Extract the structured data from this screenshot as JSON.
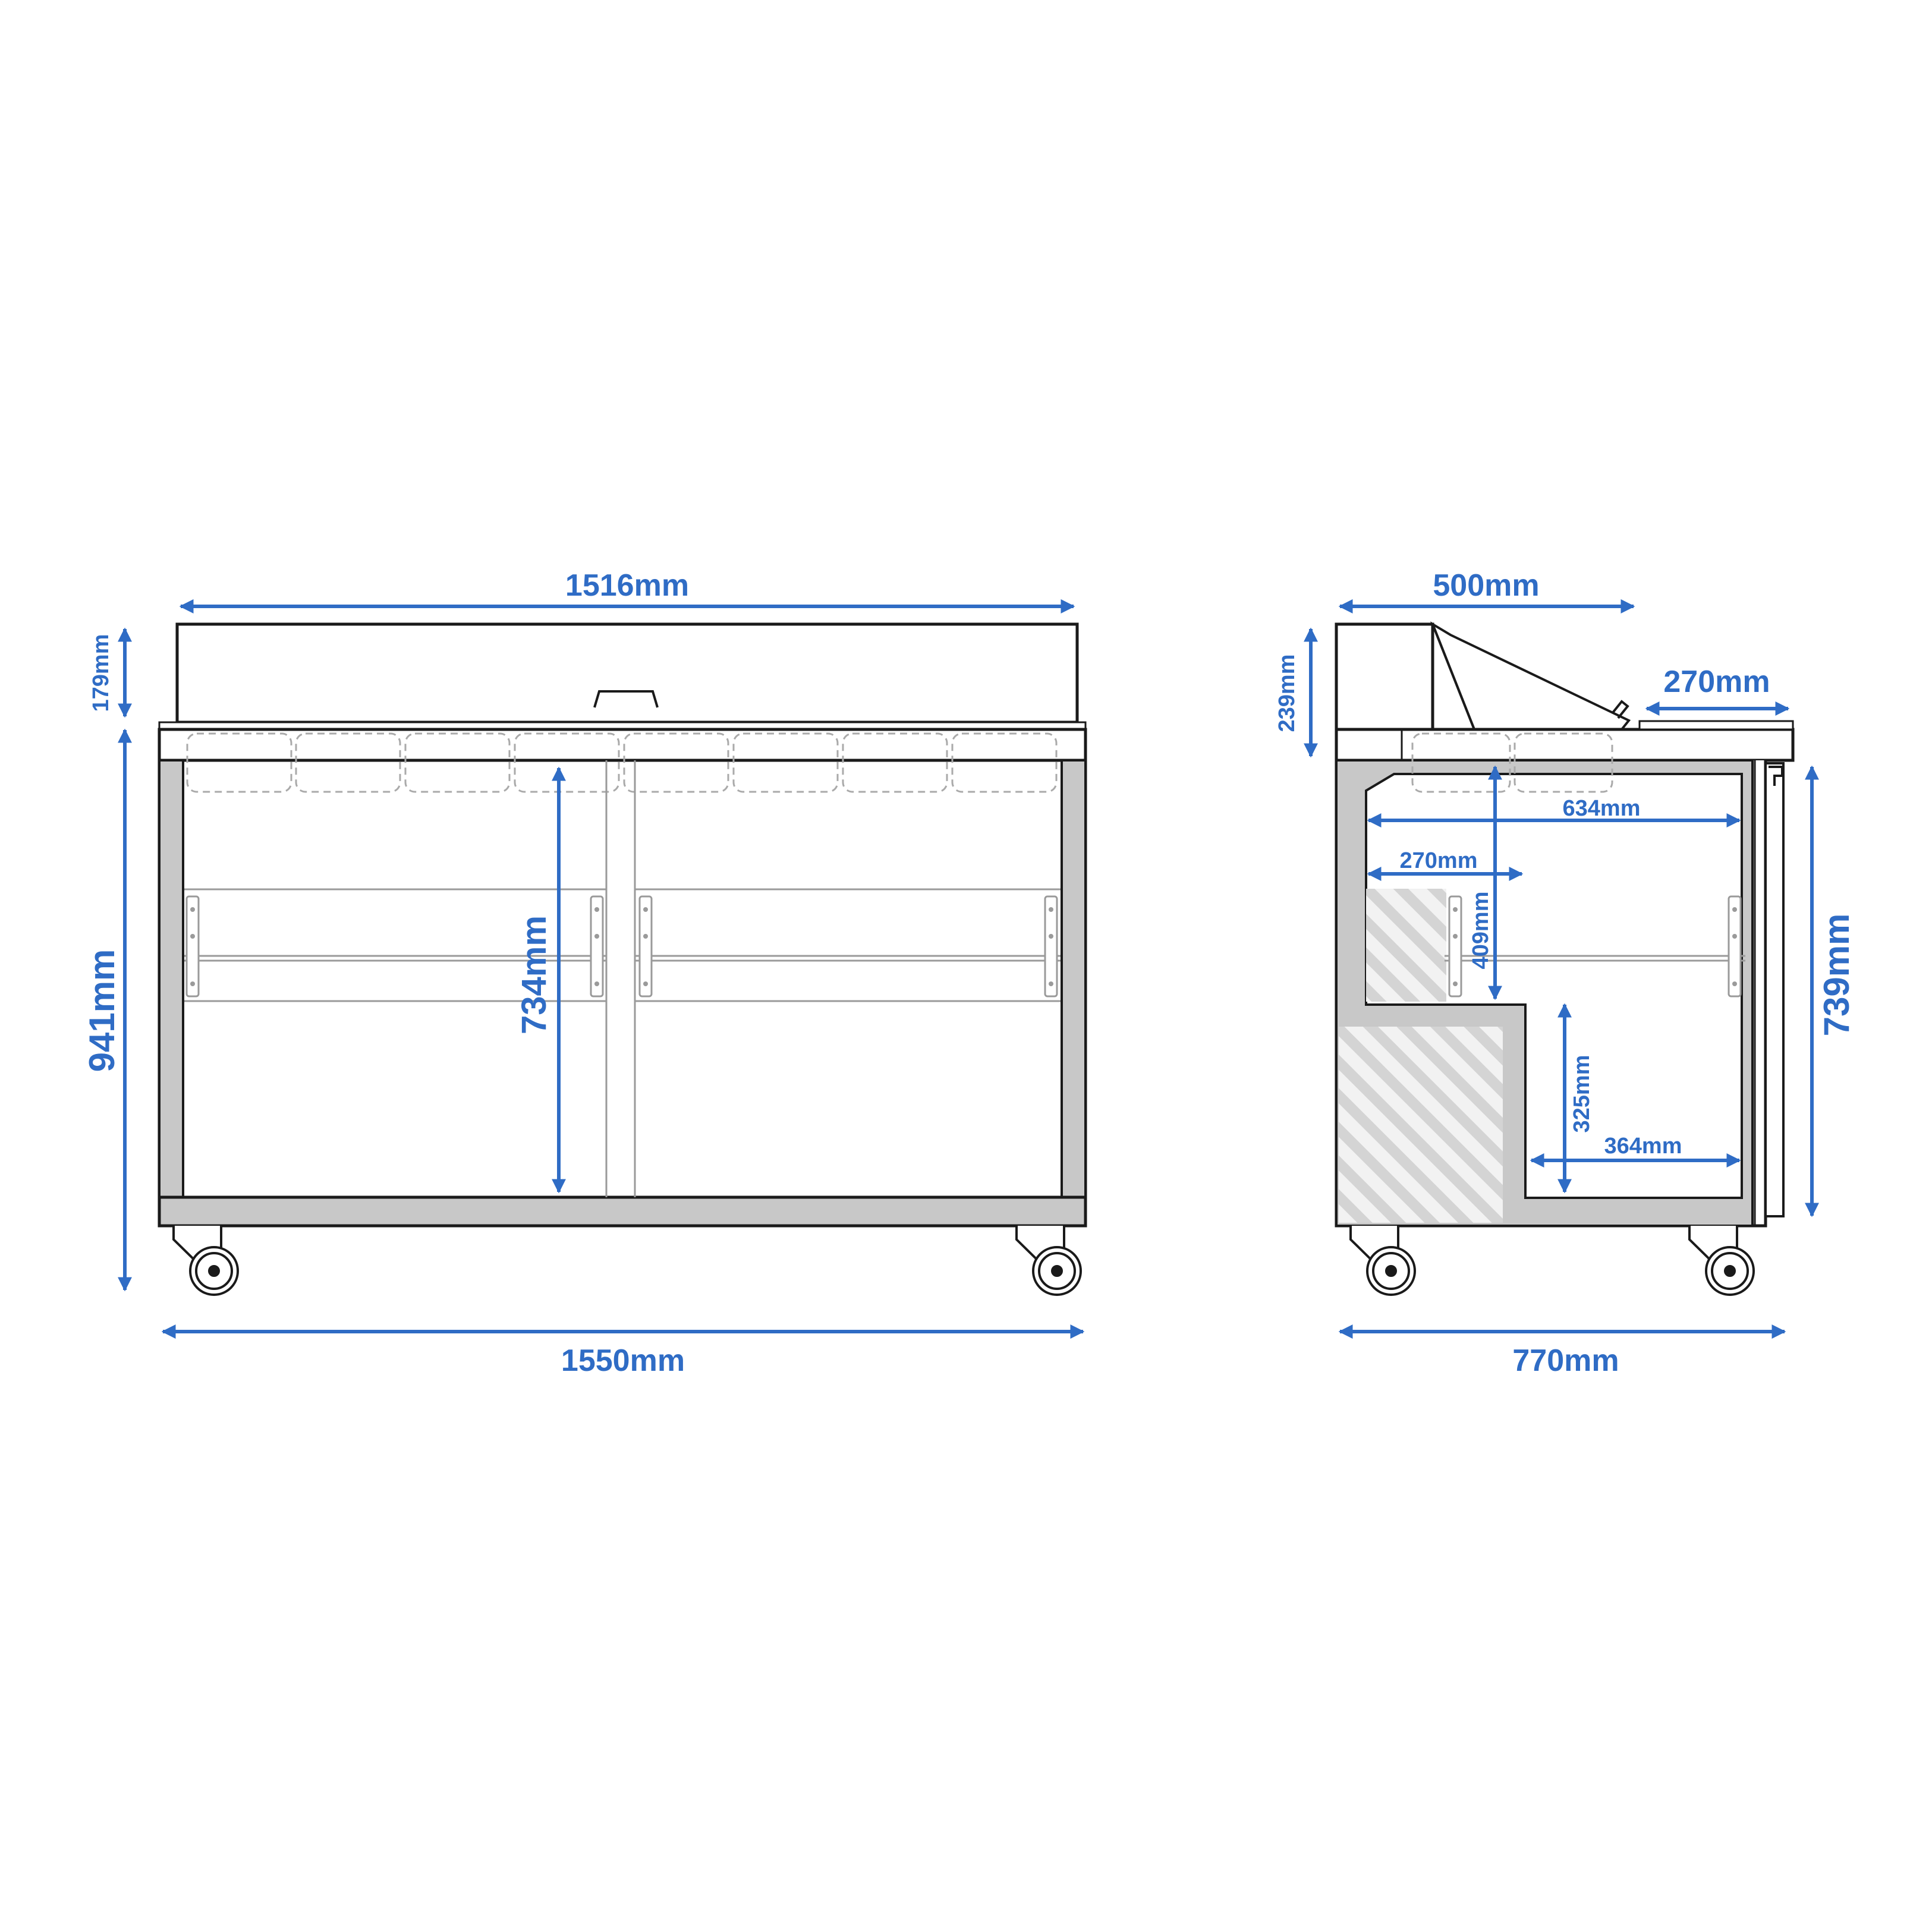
{
  "colors": {
    "dimension": "#2f6cc5",
    "outline": "#1a1a1a",
    "frame_gray": "#c8c8c8",
    "shelf_gray": "#9a9a9a",
    "hatch": "#d4d4d4"
  },
  "front_view": {
    "top_width": "1516mm",
    "lid_height": "179mm",
    "total_height": "941mm",
    "interior_height": "734mm",
    "total_width": "1550mm"
  },
  "side_view": {
    "top_depth": "500mm",
    "lid_height": "239mm",
    "shelf_depth": "270mm",
    "interior_depth": "634mm",
    "upper_step_depth": "270mm",
    "upper_height": "409mm",
    "total_height": "739mm",
    "lower_height": "325mm",
    "lower_depth": "364mm",
    "total_depth": "770mm"
  }
}
